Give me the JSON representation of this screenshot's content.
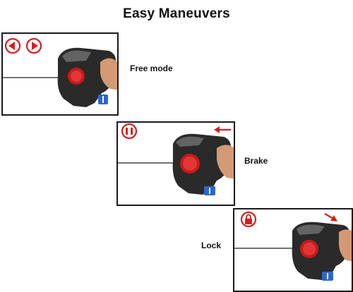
{
  "title": "Easy Maneuvers",
  "modes": [
    {
      "label": "Free mode",
      "icons": [
        "left-arrow-icon",
        "right-arrow-icon"
      ]
    },
    {
      "label": "Brake",
      "icons": [
        "pause-icon",
        "left-pointing-arrow-icon"
      ]
    },
    {
      "label": "Lock",
      "icons": [
        "lock-icon",
        "down-right-arrow-icon"
      ]
    }
  ],
  "colors": {
    "accent": "#d32020",
    "device_body": "#2a2a2a",
    "button_red": "#c81a1a",
    "window_blue": "#2f66c8",
    "skin": "#d49a74"
  }
}
